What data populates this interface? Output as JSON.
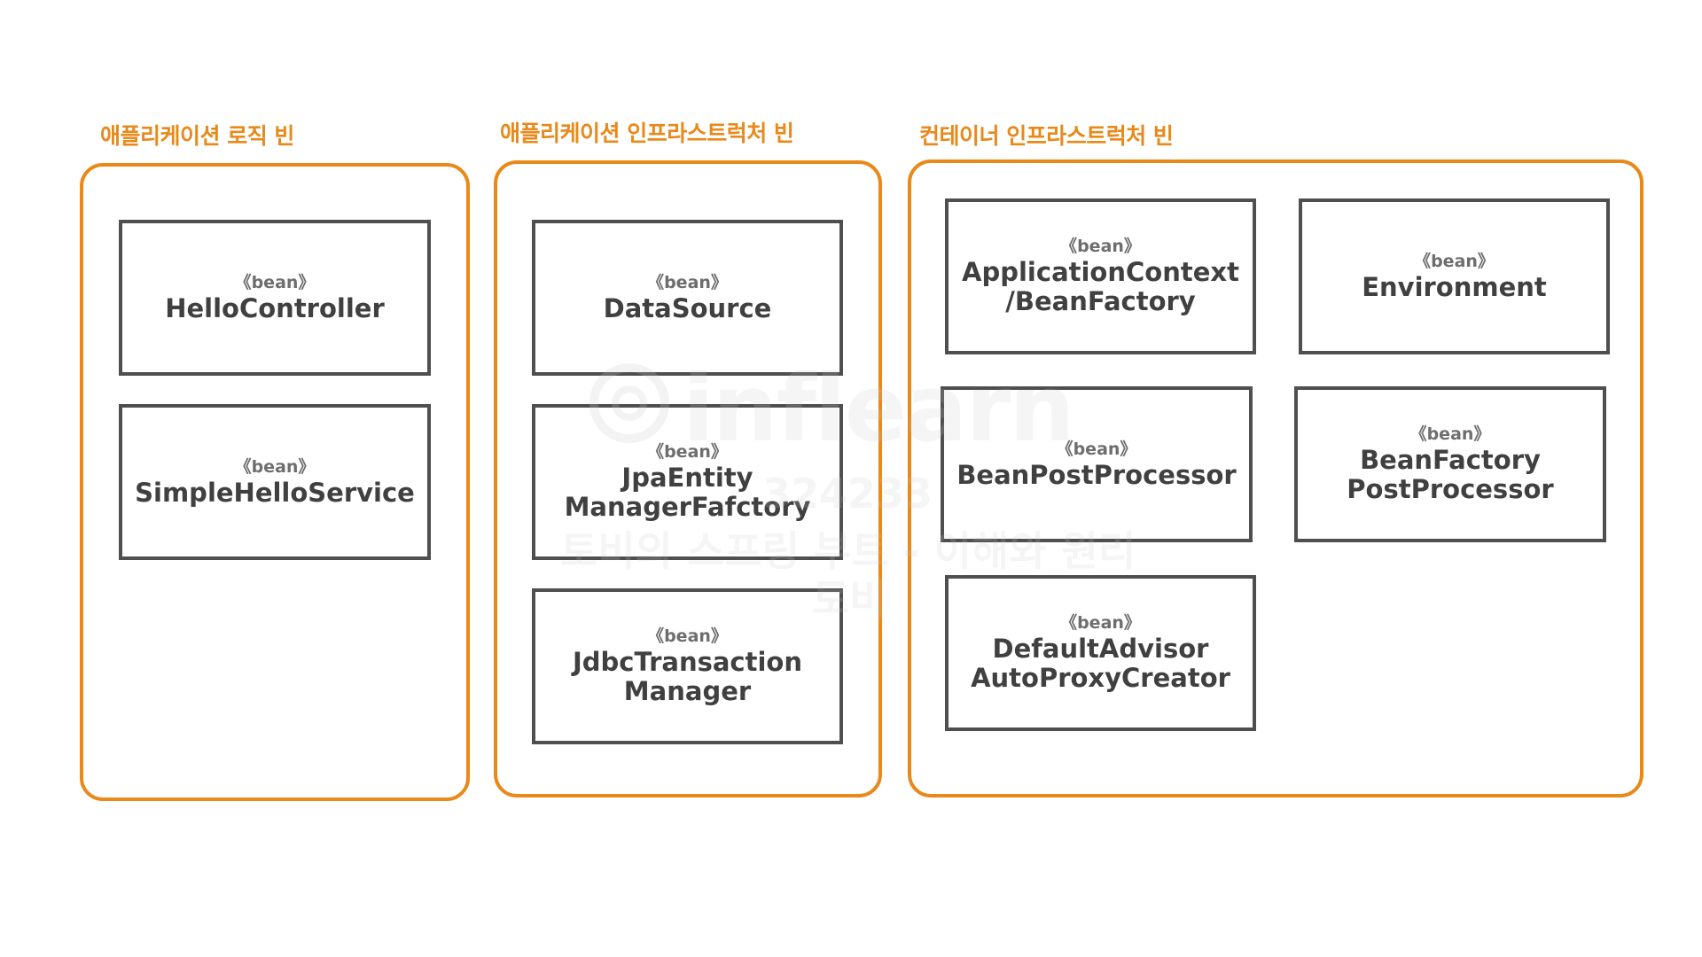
{
  "groups": [
    {
      "title": "애플리케이션 로직 빈",
      "beans": [
        {
          "stereotype": "《bean》",
          "name": "HelloController"
        },
        {
          "stereotype": "《bean》",
          "name": "SimpleHelloService"
        }
      ]
    },
    {
      "title": "애플리케이션 인프라스트럭처 빈",
      "beans": [
        {
          "stereotype": "《bean》",
          "name": "DataSource"
        },
        {
          "stereotype": "《bean》",
          "name": "JpaEntity\nManagerFafctory"
        },
        {
          "stereotype": "《bean》",
          "name": "JdbcTransaction\nManager"
        }
      ]
    },
    {
      "title": "컨테이너 인프라스트럭처 빈",
      "beans": [
        {
          "stereotype": "《bean》",
          "name": "ApplicationContext\n/BeanFactory"
        },
        {
          "stereotype": "《bean》",
          "name": "Environment"
        },
        {
          "stereotype": "《bean》",
          "name": "BeanPostProcessor"
        },
        {
          "stereotype": "《bean》",
          "name": "BeanFactory\nPostProcessor"
        },
        {
          "stereotype": "《bean》",
          "name": "DefaultAdvisor\nAutoProxyCreator"
        }
      ]
    }
  ],
  "watermark": {
    "brand": "inflearn",
    "id": "324233",
    "course": "토비의 스프링 부트 - 이해와 원리",
    "author": "토비"
  },
  "colors": {
    "accent": "#e8891a",
    "box_border": "#4f4f4f",
    "text": "#404040"
  }
}
